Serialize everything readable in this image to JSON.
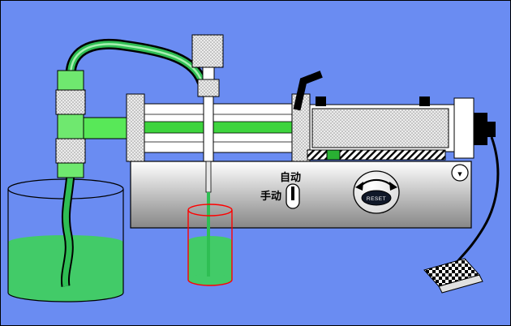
{
  "colors": {
    "background": "#6a8cf2",
    "liquid": "#42cb68",
    "hose_green": "#2fbe54",
    "rod_green": "#3ed43e",
    "column_green": "#6fe86f",
    "connector_green": "#58e858",
    "rail_green": "#29b133",
    "receiver_outline": "#ff0000"
  },
  "controls": {
    "mode_switch": {
      "auto_label": "自动",
      "manual_label": "手动"
    },
    "reset_knob": {
      "label": "RESET"
    },
    "eject_button": {
      "glyph": "▼"
    }
  }
}
